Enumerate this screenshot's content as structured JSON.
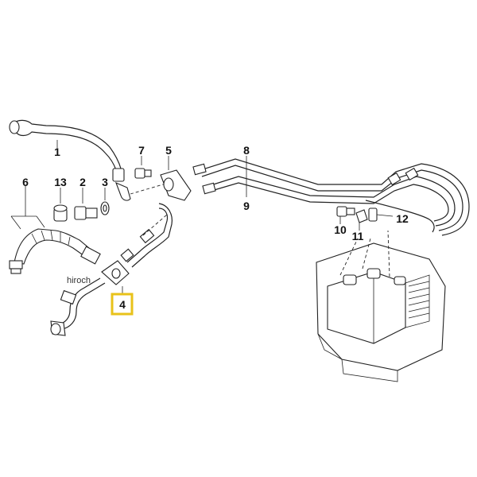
{
  "callouts": {
    "p1": "1",
    "p2": "2",
    "p3": "3",
    "p4": "4",
    "p5": "5",
    "p6": "6",
    "p7": "7",
    "p8": "8",
    "p9": "9",
    "p10": "10",
    "p11": "11",
    "p12": "12",
    "p13": "13"
  },
  "highlighted_part": "4",
  "highlight_color": "#e8c21a",
  "watermark": "hiroch"
}
